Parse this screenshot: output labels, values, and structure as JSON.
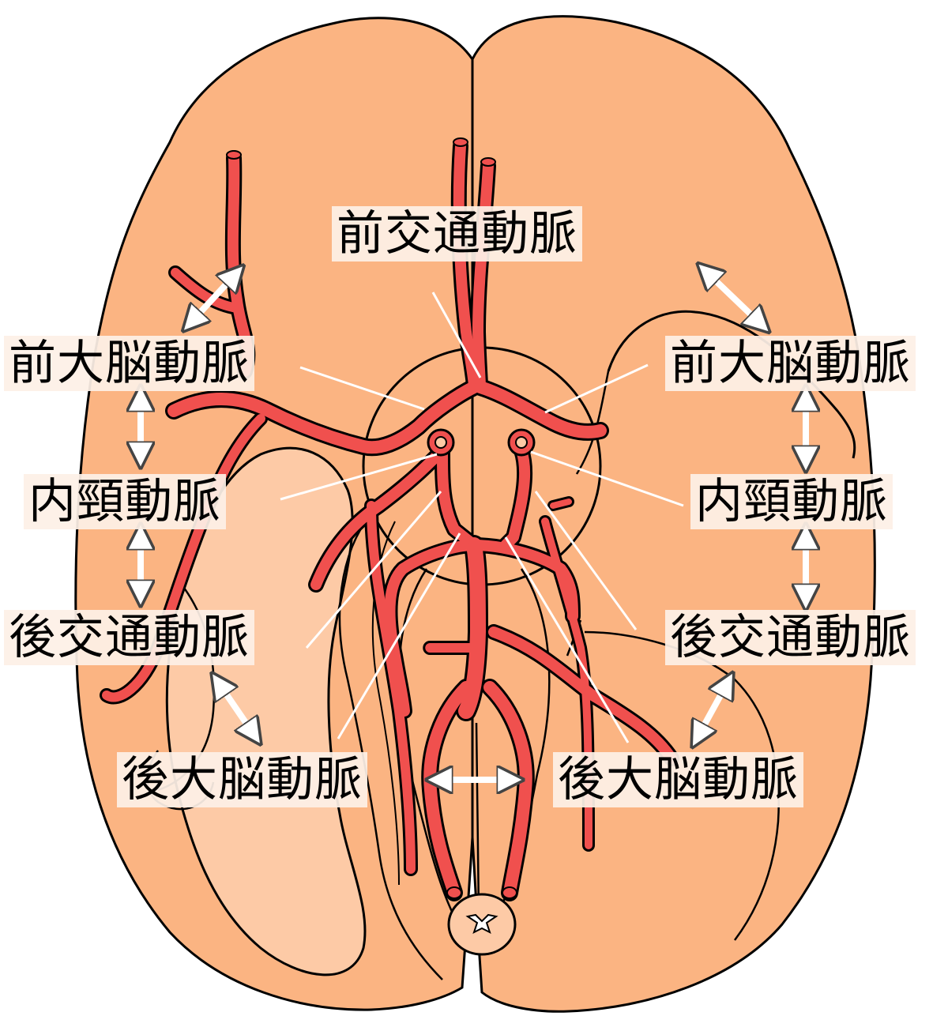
{
  "labels": {
    "acom": "前交通動脈",
    "aca_left": "前大脳動脈",
    "aca_right": "前大脳動脈",
    "ica_left": "内頸動脈",
    "ica_right": "内頸動脈",
    "pcom_left": "後交通動脈",
    "pcom_right": "後交通動脈",
    "pca_left": "後大脳動脈",
    "pca_right": "後大脳動脈"
  },
  "colors": {
    "brain": "#fbb482",
    "temporal_lobe": "#fdcaa6",
    "artery": "#f0504e",
    "outline": "#000000",
    "leader_line": "#ffffff"
  }
}
